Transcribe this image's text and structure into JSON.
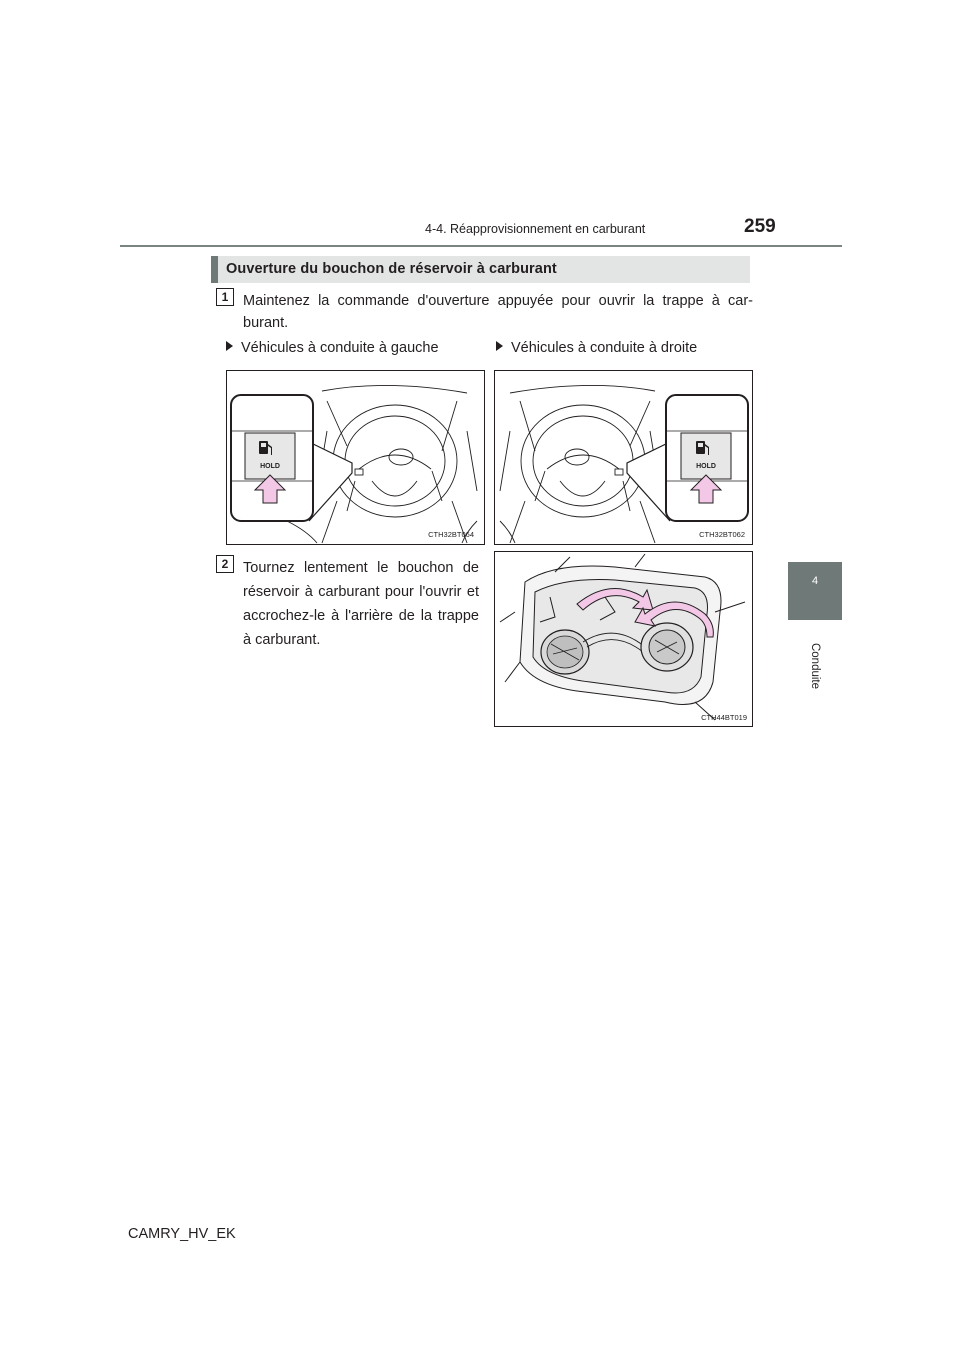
{
  "header": {
    "section": "4-4. Réapprovisionnement en carburant",
    "page_number": "259"
  },
  "side_tab": {
    "number": "4",
    "label": "Conduite"
  },
  "section_title": "Ouverture du bouchon de réservoir à carburant",
  "step1": {
    "badge": "1",
    "text": "Maintenez la commande d'ouverture appuyée pour ouvrir la trappe à car-burant."
  },
  "variants": {
    "left": {
      "label": "Véhicules à conduite à gauche",
      "figure_code": "CTH32BT064",
      "button_label": "HOLD"
    },
    "right": {
      "label": "Véhicules à conduite à droite",
      "figure_code": "CTH32BT062",
      "button_label": "HOLD"
    }
  },
  "step2": {
    "badge": "2",
    "text": "Tournez lentement le bouchon de réservoir à carburant pour l'ouvrir et accrochez-le à l'arrière de la trappe à carburant.",
    "figure_code": "CTH44BT019"
  },
  "footer": {
    "model": "CAMRY_HV_EK"
  },
  "colors": {
    "accent_gray": "#6f7a78",
    "bar_gray": "#e3e4e4",
    "arrow_pink": "#f2c8e6"
  }
}
